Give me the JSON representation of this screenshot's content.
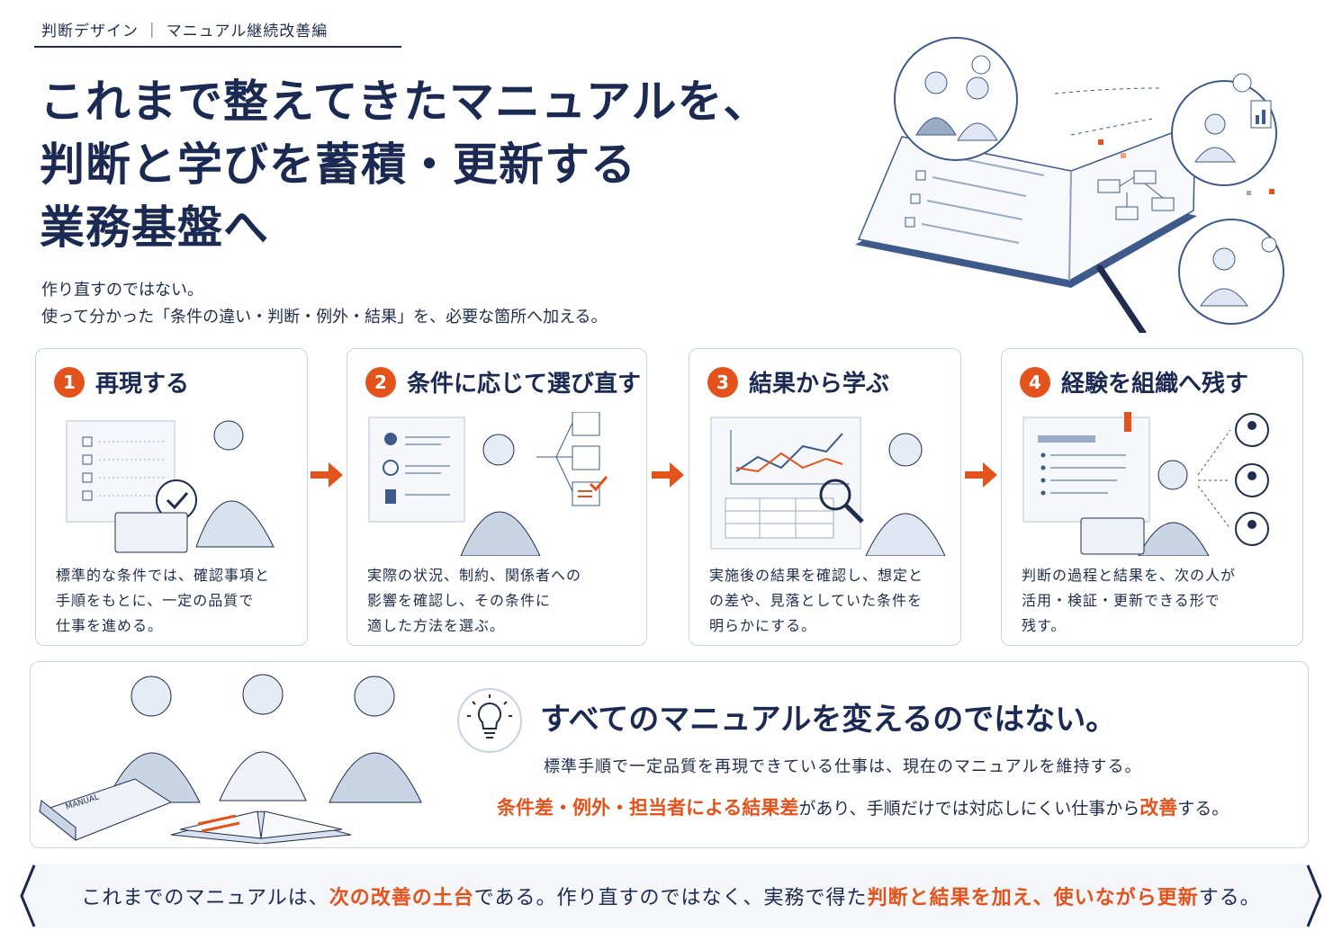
{
  "header": {
    "series": "判断デザイン ｜ マニュアル継続改善編",
    "title_lines": [
      "これまで整えてきたマニュアルを、",
      "判断と学びを蓄積・更新する",
      "業務基盤へ"
    ],
    "lead_lines": [
      "作り直すのではない。",
      "使って分かった「条件の違い・判断・例外・結果」を、必要な箇所へ加える。"
    ]
  },
  "steps": [
    {
      "number": "1",
      "title": "再現する",
      "desc": [
        "標準的な条件では、確認事項と",
        "手順をもとに、一定の品質で",
        "仕事を進める。"
      ]
    },
    {
      "number": "2",
      "title": "条件に応じて選び直す",
      "desc": [
        "実際の状況、制約、関係者への",
        "影響を確認し、その条件に",
        "適した方法を選ぶ。"
      ]
    },
    {
      "number": "3",
      "title": "結果から学ぶ",
      "desc": [
        "実施後の結果を確認し、想定と",
        "の差や、見落としていた条件を",
        "明らかにする。"
      ]
    },
    {
      "number": "4",
      "title": "経験を組織へ残す",
      "desc": [
        "判断の過程と結果を、次の人が",
        "活用・検証・更新できる形で",
        "残す。"
      ]
    }
  ],
  "panel": {
    "title": "すべてのマニュアルを変えるのではない。",
    "line1": "標準手順で一定品質を再現できている仕事は、現在のマニュアルを維持する。",
    "line2_highlight": "条件差・例外・担当者による結果差",
    "line2_mid": "があり、手順だけでは対応しにくい仕事から",
    "line2_highlight2": "改善",
    "line2_end": "する。",
    "book_label": "MANUAL"
  },
  "banner": {
    "part1": "これまでのマニュアルは、",
    "highlight1": "次の改善の土台",
    "part2": "である。作り直すのではなく、実務で得た",
    "highlight2": "判断と結果を加え、使いながら更新",
    "part3": "する。"
  },
  "colors": {
    "accent": "#e5531d",
    "navy": "#1b2a52",
    "border": "#c7d3e3"
  }
}
